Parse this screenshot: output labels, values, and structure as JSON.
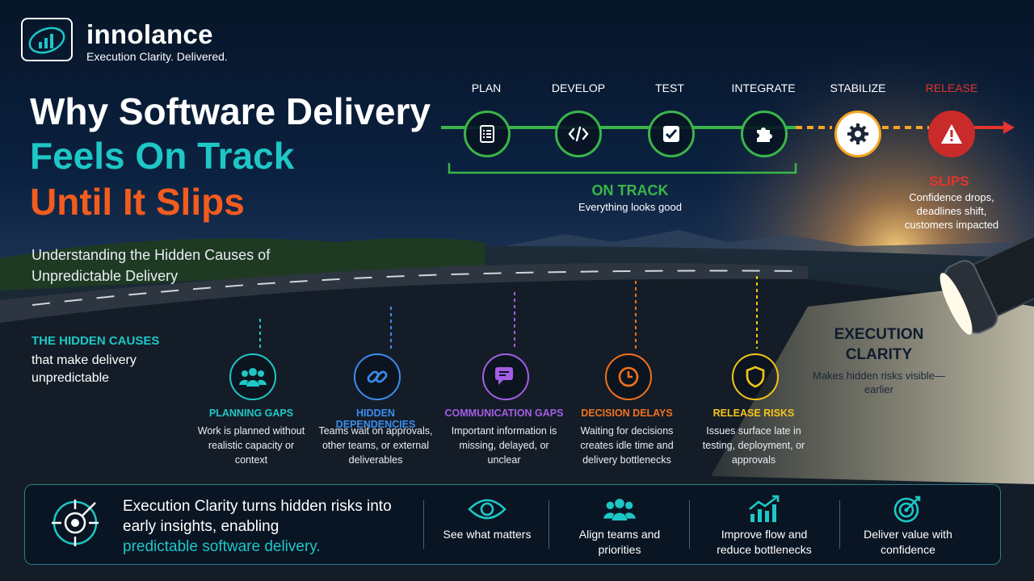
{
  "brand": {
    "name": "innolance",
    "tagline": "Execution Clarity. Delivered."
  },
  "headline": {
    "line1": "Why Software Delivery",
    "line2": "Feels On Track",
    "line3": "Until It Slips"
  },
  "subtitle": "Understanding the Hidden Causes of Unpredictable Delivery",
  "hidden_causes_intro": {
    "title": "THE HIDDEN CAUSES",
    "desc": "that make delivery unpredictable"
  },
  "pipeline": {
    "stages": [
      {
        "label": "PLAN",
        "icon": "checklist-icon",
        "status": "on-track"
      },
      {
        "label": "DEVELOP",
        "icon": "code-icon",
        "status": "on-track"
      },
      {
        "label": "TEST",
        "icon": "checkbox-icon",
        "status": "on-track"
      },
      {
        "label": "INTEGRATE",
        "icon": "puzzle-icon",
        "status": "on-track"
      },
      {
        "label": "STABILIZE",
        "icon": "gear-icon",
        "status": "warning"
      },
      {
        "label": "RELEASE",
        "icon": "alert-triangle-icon",
        "status": "danger"
      }
    ],
    "on_track": {
      "title": "ON TRACK",
      "desc": "Everything looks good"
    },
    "slips": {
      "title": "SLIPS",
      "desc": "Confidence drops, deadlines shift, customers impacted"
    }
  },
  "execution_clarity": {
    "title": "EXECUTION CLARITY",
    "desc": "Makes hidden risks visible—earlier"
  },
  "causes": [
    {
      "title": "PLANNING GAPS",
      "desc": "Work is planned without realistic capacity or context",
      "color": "#1ec7c6",
      "icon": "team-icon"
    },
    {
      "title": "HIDDEN DEPENDENCIES",
      "desc": "Teams wait on approvals, other teams, or external deliverables",
      "color": "#3b8df0",
      "icon": "link-icon"
    },
    {
      "title": "COMMUNICATION GAPS",
      "desc": "Important information is missing, delayed, or unclear",
      "color": "#a45ee5",
      "icon": "chat-icon"
    },
    {
      "title": "DECISION DELAYS",
      "desc": "Waiting for decisions creates idle time and delivery bottlenecks",
      "color": "#f2711c",
      "icon": "clock-icon"
    },
    {
      "title": "RELEASE RISKS",
      "desc": "Issues surface late in testing, deployment, or approvals",
      "color": "#f5c518",
      "icon": "shield-icon"
    }
  ],
  "bottom": {
    "statement": "Execution Clarity turns hidden risks into early insights, enabling",
    "highlight": "predictable software delivery.",
    "benefits": [
      {
        "label": "See what matters",
        "icon": "eye-icon"
      },
      {
        "label": "Align teams and priorities",
        "icon": "team-icon"
      },
      {
        "label": "Improve flow and reduce bottlenecks",
        "icon": "growth-chart-icon"
      },
      {
        "label": "Deliver value with confidence",
        "icon": "target-icon"
      }
    ]
  },
  "colors": {
    "teal": "#1ec7c6",
    "green": "#3ab54a",
    "orange": "#f25c1e",
    "red": "#c92a2a",
    "amber": "#f5a524"
  }
}
